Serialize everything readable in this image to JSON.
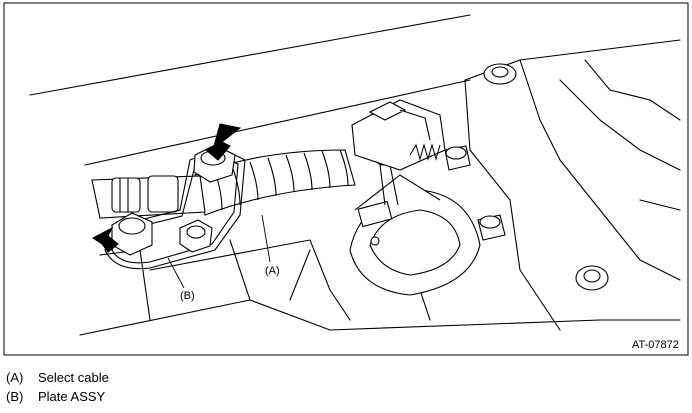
{
  "figure": {
    "figure_id": "AT-07872",
    "callouts": [
      "(A)",
      "(B)"
    ]
  },
  "legend": [
    {
      "key": "(A)",
      "label": "Select cable"
    },
    {
      "key": "(B)",
      "label": "Plate ASSY"
    }
  ],
  "colors": {
    "line": "#000000",
    "background": "#ffffff"
  }
}
